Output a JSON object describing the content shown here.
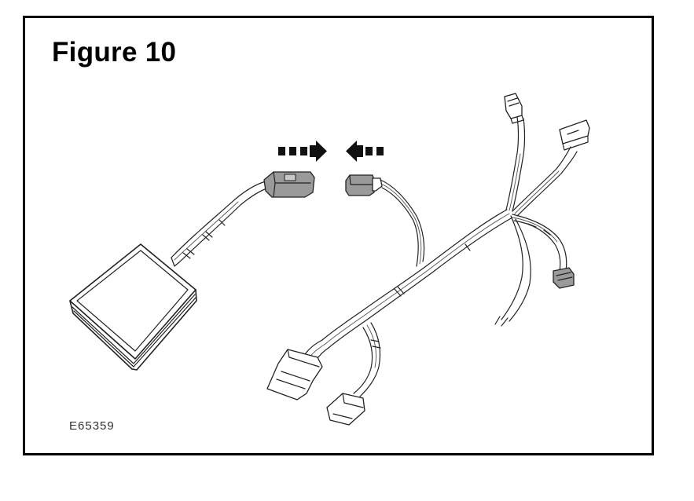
{
  "figure": {
    "title": "Figure 10",
    "image_ref": "E65359"
  },
  "colors": {
    "line": "#222222",
    "connector_fill": "#9a9a9a",
    "arrow_fill": "#111111",
    "wire_fill": "#e6e6e6",
    "module_fill": "#f4f4f4"
  },
  "illustration": {
    "parts": [
      "module",
      "module-connector",
      "harness-connector",
      "wiring-harness",
      "disconnect-arrows"
    ]
  }
}
